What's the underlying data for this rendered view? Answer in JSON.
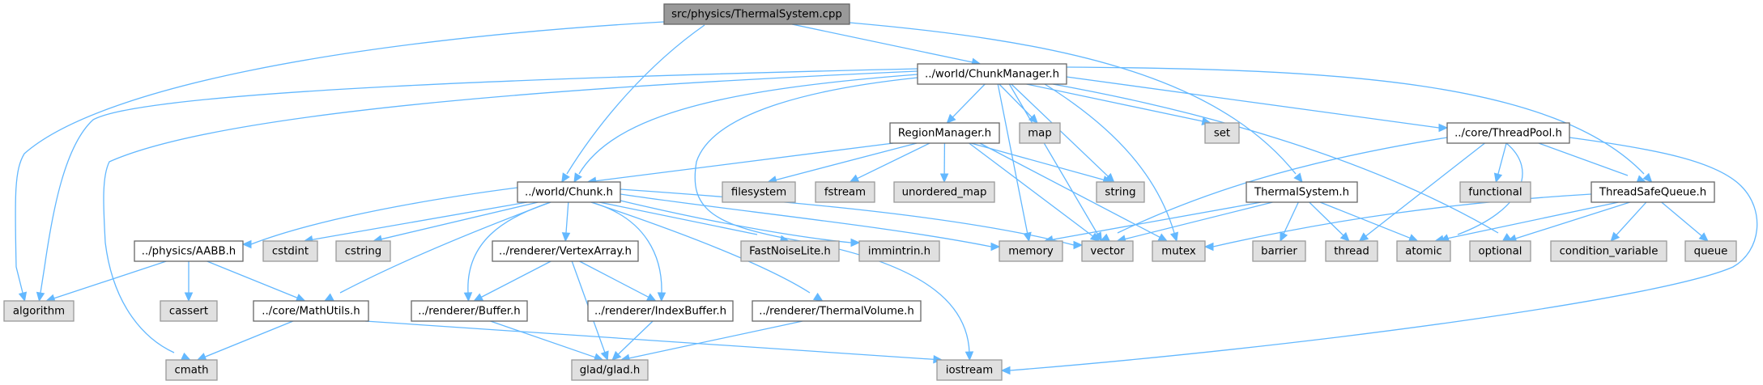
{
  "title": "Include dependency graph for src/physics/ThermalSystem.cpp",
  "colors": {
    "edge": "#63b8ff",
    "root_fill": "#999999",
    "document_fill": "#ffffff",
    "system_fill": "#e0e0e0"
  },
  "nodes": [
    {
      "id": "root",
      "label": "src/physics/ThermalSystem.cpp",
      "kind": "root"
    },
    {
      "id": "chunkmanager",
      "label": "../world/ChunkManager.h",
      "kind": "doc"
    },
    {
      "id": "regionmanager",
      "label": "RegionManager.h",
      "kind": "doc"
    },
    {
      "id": "map",
      "label": "map",
      "kind": "sys"
    },
    {
      "id": "set",
      "label": "set",
      "kind": "sys"
    },
    {
      "id": "threadpool",
      "label": "../core/ThreadPool.h",
      "kind": "doc"
    },
    {
      "id": "chunk",
      "label": "../world/Chunk.h",
      "kind": "doc"
    },
    {
      "id": "filesystem",
      "label": "filesystem",
      "kind": "sys"
    },
    {
      "id": "fstream",
      "label": "fstream",
      "kind": "sys"
    },
    {
      "id": "unordered_map",
      "label": "unordered_map",
      "kind": "sys"
    },
    {
      "id": "string",
      "label": "string",
      "kind": "sys"
    },
    {
      "id": "thermalsystem_h",
      "label": "ThermalSystem.h",
      "kind": "doc"
    },
    {
      "id": "functional",
      "label": "functional",
      "kind": "sys"
    },
    {
      "id": "threadsafequeue",
      "label": "ThreadSafeQueue.h",
      "kind": "doc"
    },
    {
      "id": "aabb",
      "label": "../physics/AABB.h",
      "kind": "doc"
    },
    {
      "id": "cstdint",
      "label": "cstdint",
      "kind": "sys"
    },
    {
      "id": "cstring",
      "label": "cstring",
      "kind": "sys"
    },
    {
      "id": "vertexarray",
      "label": "../renderer/VertexArray.h",
      "kind": "doc"
    },
    {
      "id": "fastnoise",
      "label": "FastNoiseLite.h",
      "kind": "sys"
    },
    {
      "id": "immintrin",
      "label": "immintrin.h",
      "kind": "sys"
    },
    {
      "id": "memory",
      "label": "memory",
      "kind": "sys"
    },
    {
      "id": "vector",
      "label": "vector",
      "kind": "sys"
    },
    {
      "id": "mutex",
      "label": "mutex",
      "kind": "sys"
    },
    {
      "id": "barrier",
      "label": "barrier",
      "kind": "sys"
    },
    {
      "id": "thread",
      "label": "thread",
      "kind": "sys"
    },
    {
      "id": "atomic",
      "label": "atomic",
      "kind": "sys"
    },
    {
      "id": "optional",
      "label": "optional",
      "kind": "sys"
    },
    {
      "id": "condition_variable",
      "label": "condition_variable",
      "kind": "sys"
    },
    {
      "id": "queue",
      "label": "queue",
      "kind": "sys"
    },
    {
      "id": "algorithm",
      "label": "algorithm",
      "kind": "sys"
    },
    {
      "id": "cassert",
      "label": "cassert",
      "kind": "sys"
    },
    {
      "id": "mathutils",
      "label": "../core/MathUtils.h",
      "kind": "doc"
    },
    {
      "id": "buffer",
      "label": "../renderer/Buffer.h",
      "kind": "doc"
    },
    {
      "id": "indexbuffer",
      "label": "../renderer/IndexBuffer.h",
      "kind": "doc"
    },
    {
      "id": "thermalvolume",
      "label": "../renderer/ThermalVolume.h",
      "kind": "doc"
    },
    {
      "id": "cmath",
      "label": "cmath",
      "kind": "sys"
    },
    {
      "id": "glad",
      "label": "glad/glad.h",
      "kind": "sys"
    },
    {
      "id": "iostream",
      "label": "iostream",
      "kind": "sys"
    }
  ],
  "edges": [
    [
      "root",
      "algorithm"
    ],
    [
      "root",
      "chunkmanager"
    ],
    [
      "root",
      "chunk"
    ],
    [
      "root",
      "thermalsystem_h"
    ],
    [
      "chunkmanager",
      "algorithm"
    ],
    [
      "chunkmanager",
      "cmath"
    ],
    [
      "chunkmanager",
      "chunk"
    ],
    [
      "chunkmanager",
      "iostream"
    ],
    [
      "chunkmanager",
      "regionmanager"
    ],
    [
      "chunkmanager",
      "map"
    ],
    [
      "chunkmanager",
      "string"
    ],
    [
      "chunkmanager",
      "memory"
    ],
    [
      "chunkmanager",
      "vector"
    ],
    [
      "chunkmanager",
      "mutex"
    ],
    [
      "chunkmanager",
      "set"
    ],
    [
      "chunkmanager",
      "optional"
    ],
    [
      "chunkmanager",
      "threadpool"
    ],
    [
      "chunkmanager",
      "threadsafequeue"
    ],
    [
      "regionmanager",
      "chunk"
    ],
    [
      "regionmanager",
      "filesystem"
    ],
    [
      "regionmanager",
      "fstream"
    ],
    [
      "regionmanager",
      "unordered_map"
    ],
    [
      "regionmanager",
      "string"
    ],
    [
      "regionmanager",
      "vector"
    ],
    [
      "regionmanager",
      "mutex"
    ],
    [
      "threadpool",
      "vector"
    ],
    [
      "threadpool",
      "functional"
    ],
    [
      "threadpool",
      "thread"
    ],
    [
      "threadpool",
      "atomic"
    ],
    [
      "threadpool",
      "threadsafequeue"
    ],
    [
      "threadpool",
      "iostream"
    ],
    [
      "chunk",
      "aabb"
    ],
    [
      "chunk",
      "cstdint"
    ],
    [
      "chunk",
      "cstring"
    ],
    [
      "chunk",
      "mathutils"
    ],
    [
      "chunk",
      "buffer"
    ],
    [
      "chunk",
      "vertexarray"
    ],
    [
      "chunk",
      "indexbuffer"
    ],
    [
      "chunk",
      "thermalvolume"
    ],
    [
      "chunk",
      "fastnoise"
    ],
    [
      "chunk",
      "immintrin"
    ],
    [
      "chunk",
      "memory"
    ],
    [
      "chunk",
      "vector"
    ],
    [
      "thermalsystem_h",
      "memory"
    ],
    [
      "thermalsystem_h",
      "vector"
    ],
    [
      "thermalsystem_h",
      "barrier"
    ],
    [
      "thermalsystem_h",
      "thread"
    ],
    [
      "thermalsystem_h",
      "atomic"
    ],
    [
      "threadsafequeue",
      "mutex"
    ],
    [
      "threadsafequeue",
      "atomic"
    ],
    [
      "threadsafequeue",
      "optional"
    ],
    [
      "threadsafequeue",
      "condition_variable"
    ],
    [
      "threadsafequeue",
      "queue"
    ],
    [
      "aabb",
      "algorithm"
    ],
    [
      "aabb",
      "cassert"
    ],
    [
      "aabb",
      "mathutils"
    ],
    [
      "mathutils",
      "cmath"
    ],
    [
      "mathutils",
      "iostream"
    ],
    [
      "vertexarray",
      "buffer"
    ],
    [
      "vertexarray",
      "indexbuffer"
    ],
    [
      "vertexarray",
      "glad"
    ],
    [
      "buffer",
      "glad"
    ],
    [
      "indexbuffer",
      "glad"
    ],
    [
      "thermalvolume",
      "glad"
    ]
  ]
}
